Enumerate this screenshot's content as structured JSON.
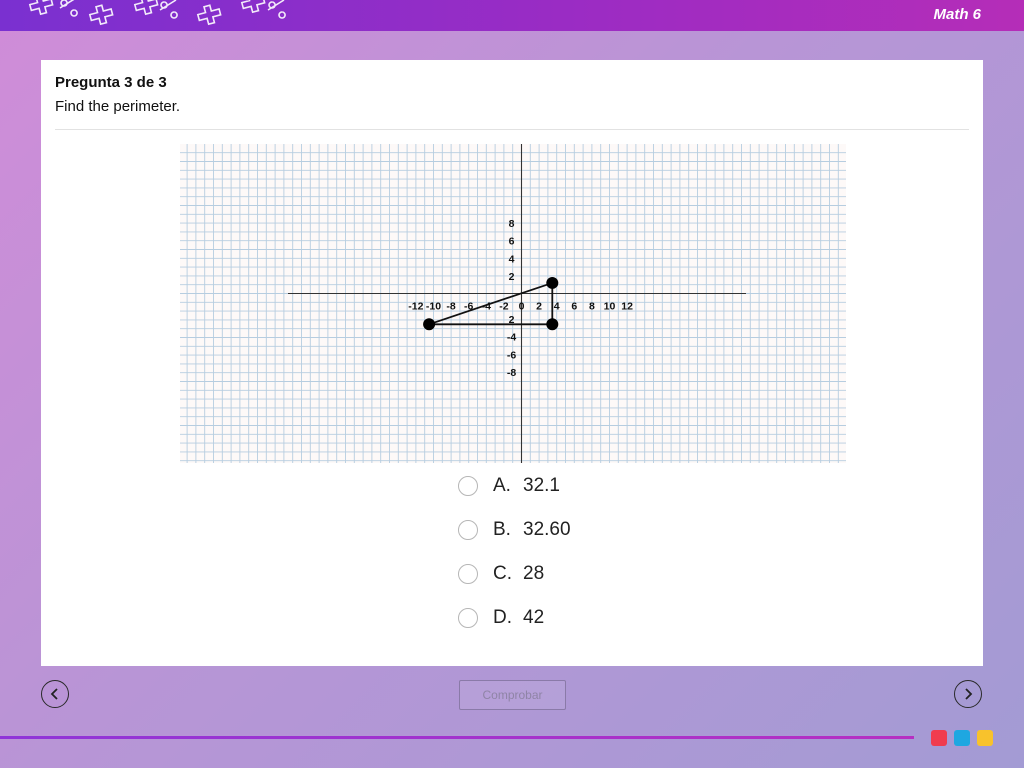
{
  "header": {
    "app_title": "Math 6",
    "accent_color": "#8f2cc9"
  },
  "question": {
    "counter": "Pregunta 3 de 3",
    "prompt": "Find the perimeter."
  },
  "graph": {
    "x_tick_labels": [
      "-12",
      "-10",
      "-8",
      "-6",
      "-4",
      "-2",
      "0",
      "2",
      "4",
      "6",
      "8",
      "10",
      "12"
    ],
    "y_tick_labels": [
      "8",
      "6",
      "4",
      "2",
      "2",
      "-4",
      "-6",
      "-8"
    ],
    "points": [
      {
        "x": -10.5,
        "y": -3.5
      },
      {
        "x": 3.5,
        "y": -3.5
      },
      {
        "x": 3.5,
        "y": 1.2
      }
    ]
  },
  "options": [
    {
      "letter": "A.",
      "value": "32.1"
    },
    {
      "letter": "B.",
      "value": "32.60"
    },
    {
      "letter": "C.",
      "value": "28"
    },
    {
      "letter": "D.",
      "value": "42"
    }
  ],
  "footer": {
    "check_label": "Comprobar",
    "brand_colors": [
      "#f03c4e",
      "#1ea7e1",
      "#f8c22c"
    ]
  }
}
